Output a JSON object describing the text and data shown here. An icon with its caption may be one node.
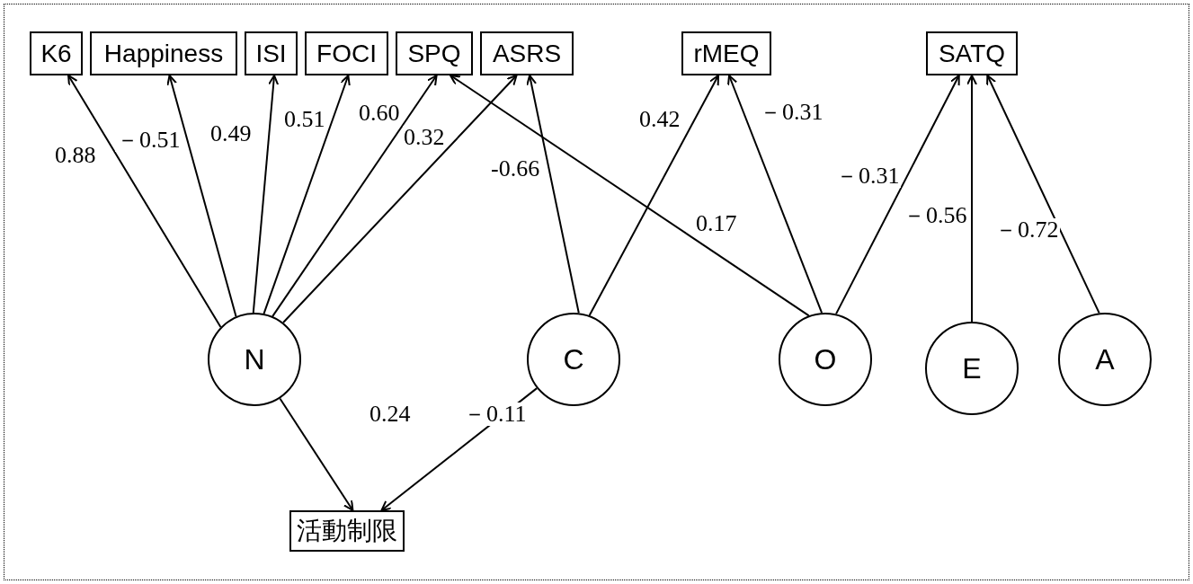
{
  "diagram": {
    "nodes": [
      {
        "text": [
          "K6"
        ]
      },
      {
        "text": [
          "Happiness"
        ]
      },
      {
        "text": [
          "ISI"
        ]
      },
      {
        "text": [
          "FOCI"
        ]
      },
      {
        "text": [
          "SPQ"
        ]
      },
      {
        "text": [
          "ASRS"
        ]
      },
      {
        "text": [
          "rMEQ"
        ]
      },
      {
        "text": [
          "SATQ"
        ]
      },
      {
        "text": [
          "N"
        ]
      },
      {
        "text": [
          "C"
        ]
      },
      {
        "text": [
          "O"
        ]
      },
      {
        "text": [
          "E"
        ]
      },
      {
        "text": [
          "A"
        ]
      },
      {
        "text": [
          "活動制限"
        ]
      }
    ],
    "edges": [
      {
        "from": 8,
        "to": 0,
        "arrow": "to",
        "label": "0.88"
      },
      {
        "from": 8,
        "to": 1,
        "arrow": "to",
        "label": "－0.51"
      },
      {
        "from": 8,
        "to": 2,
        "arrow": "to",
        "label": "0.49"
      },
      {
        "from": 8,
        "to": 3,
        "arrow": "to",
        "label": "0.51"
      },
      {
        "from": 8,
        "to": 4,
        "arrow": "to",
        "label": "0.60"
      },
      {
        "from": 8,
        "to": 5,
        "arrow": "to",
        "label": "0.32"
      },
      {
        "from": 9,
        "to": 5,
        "arrow": "to",
        "label": "-0.66"
      },
      {
        "from": 9,
        "to": 6,
        "arrow": "to",
        "label": "0.42"
      },
      {
        "from": 10,
        "to": 6,
        "arrow": "to",
        "label": "－0.31"
      },
      {
        "from": 10,
        "to": 4,
        "arrow": "to",
        "label": "0.17"
      },
      {
        "from": 10,
        "to": 7,
        "arrow": "to",
        "label": "－0.31"
      },
      {
        "from": 11,
        "to": 7,
        "arrow": "to",
        "label": "－0.56"
      },
      {
        "from": 12,
        "to": 7,
        "arrow": "to",
        "label": "－0.72"
      },
      {
        "from": 8,
        "to": 13,
        "arrow": "to",
        "label": "0.24"
      },
      {
        "from": 9,
        "to": 13,
        "arrow": "to",
        "label": "－0.11"
      }
    ]
  }
}
